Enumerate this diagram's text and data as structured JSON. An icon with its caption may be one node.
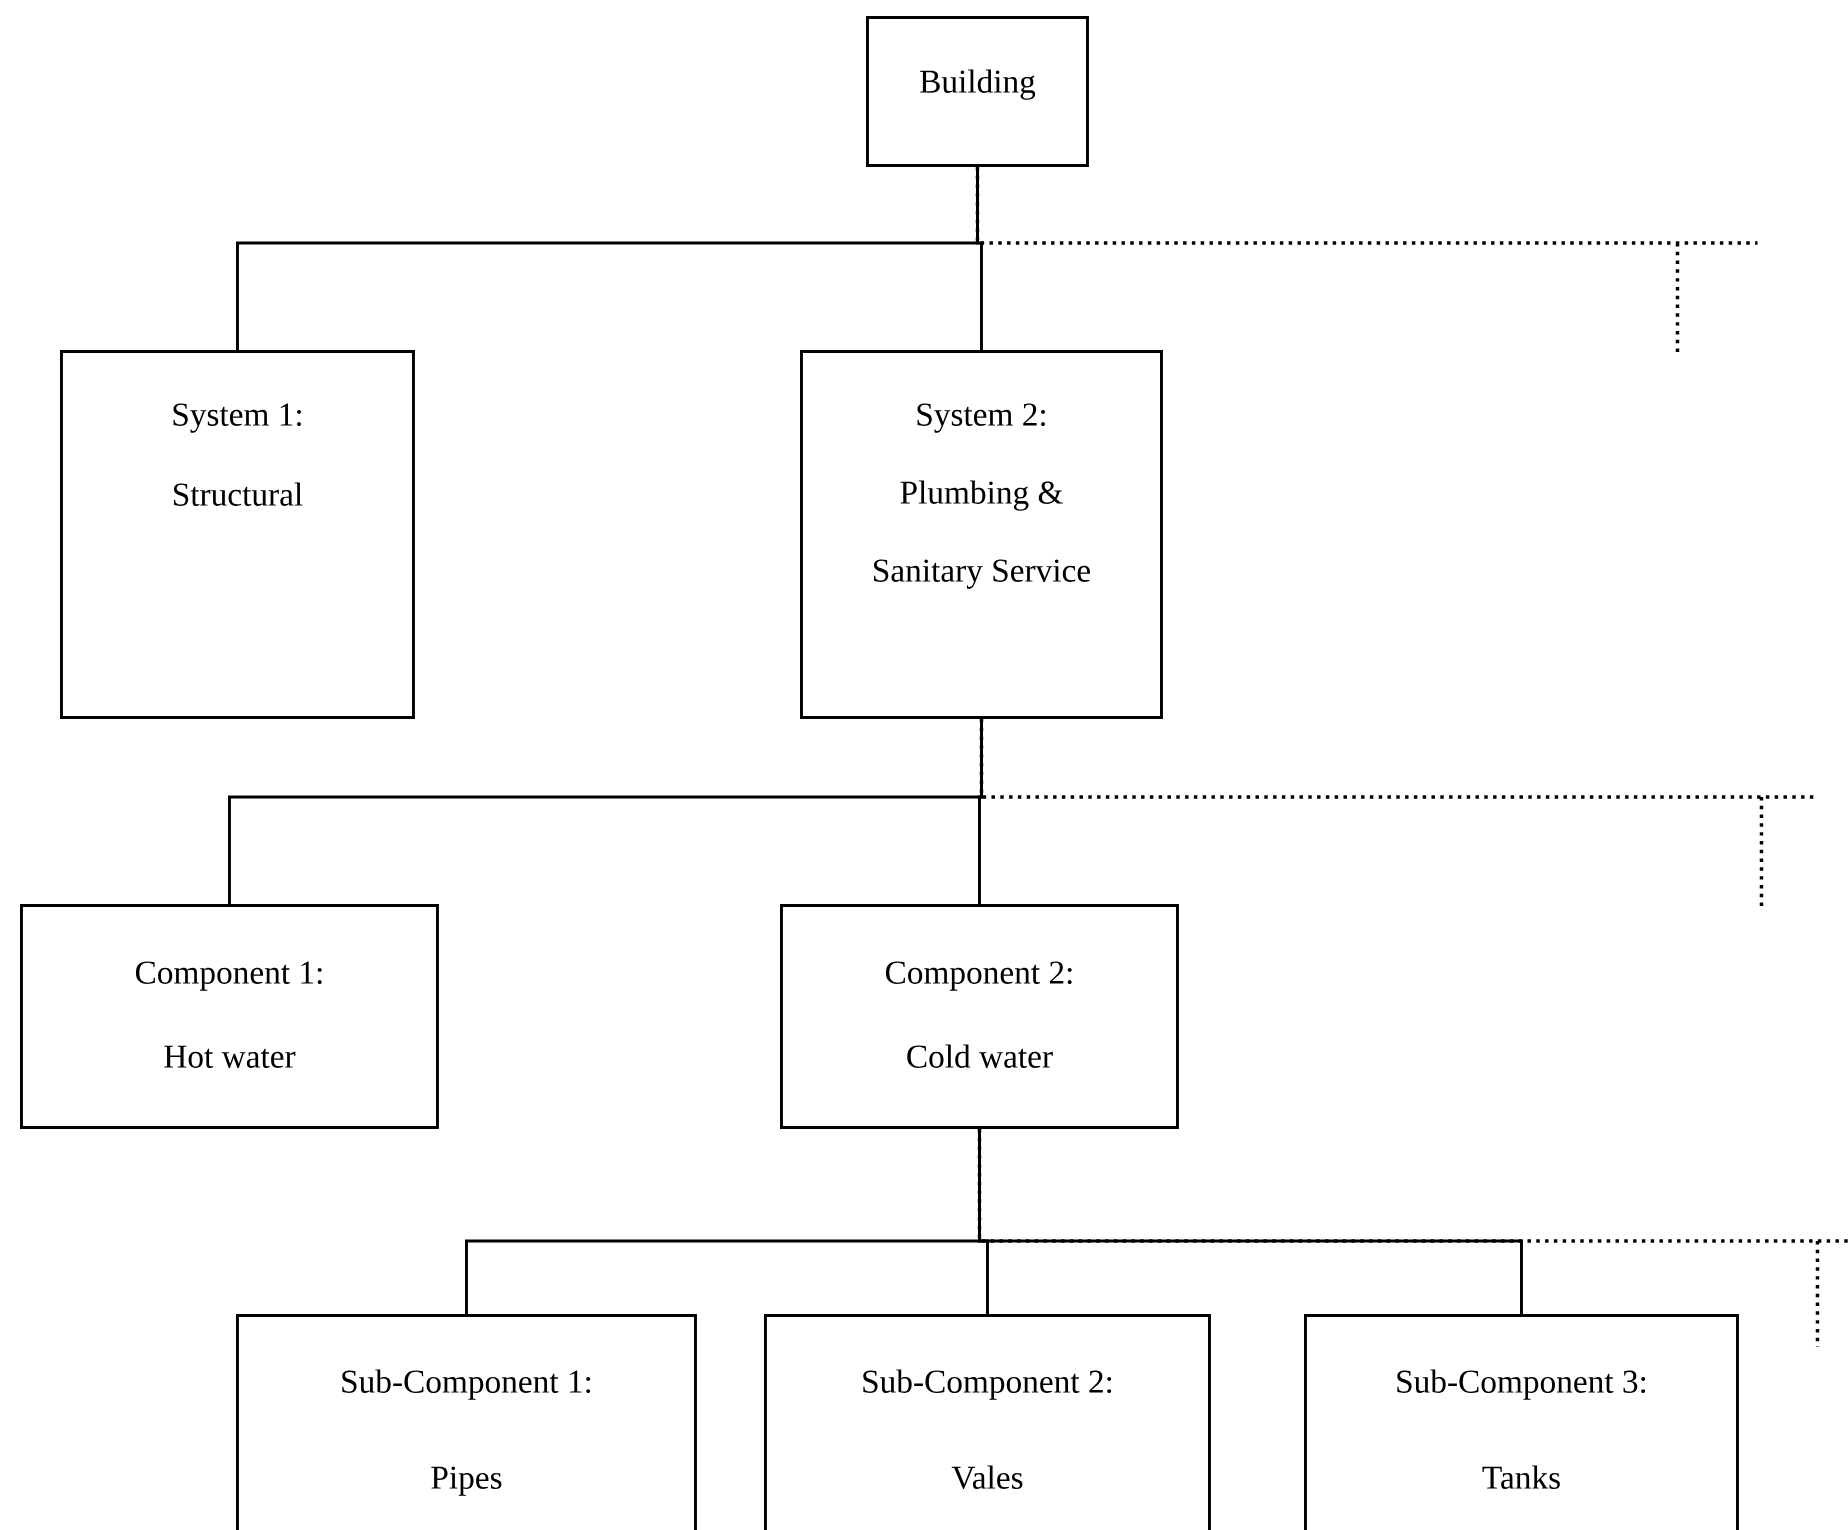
{
  "diagram": {
    "nodes": [
      {
        "text": [
          "Building"
        ]
      },
      {
        "text": [
          "System 1:",
          "Structural"
        ]
      },
      {
        "text": [
          "System 2:",
          "Plumbing & Sanitary Service"
        ]
      },
      {
        "text": [
          "Component 1:",
          "Hot water"
        ]
      },
      {
        "text": [
          "Component 2:",
          "Cold water"
        ]
      },
      {
        "text": [
          "Sub-Component 1:",
          "Pipes"
        ]
      },
      {
        "text": [
          "Sub-Component 2:",
          "Vales"
        ]
      },
      {
        "text": [
          "Sub-Component 3:",
          "Tanks"
        ]
      }
    ],
    "edges": [
      {
        "from": 0,
        "to": 1,
        "arrow": "none"
      },
      {
        "from": 0,
        "to": 2,
        "arrow": "none"
      },
      {
        "from": 0,
        "to": null,
        "arrow": "none",
        "style": "dashed"
      },
      {
        "from": 2,
        "to": 3,
        "arrow": "none"
      },
      {
        "from": 2,
        "to": 4,
        "arrow": "none"
      },
      {
        "from": 2,
        "to": null,
        "arrow": "none",
        "style": "dashed"
      },
      {
        "from": 4,
        "to": 5,
        "arrow": "none"
      },
      {
        "from": 4,
        "to": 6,
        "arrow": "none"
      },
      {
        "from": 4,
        "to": 7,
        "arrow": "none"
      },
      {
        "from": 4,
        "to": null,
        "arrow": "none",
        "style": "dashed"
      }
    ]
  }
}
